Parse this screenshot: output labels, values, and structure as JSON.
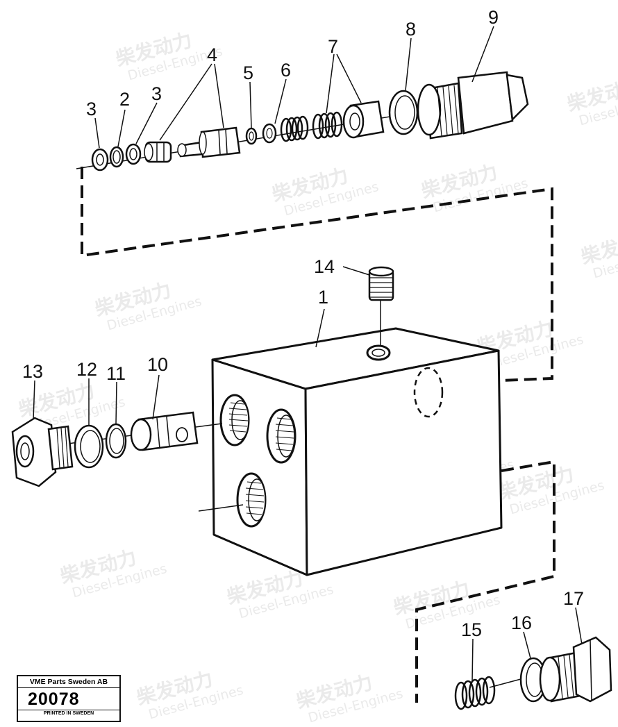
{
  "watermark": {
    "brand": "柴发动力",
    "sub": "Diesel-Engines"
  },
  "part_labels": [
    "1",
    "2",
    "3",
    "3",
    "4",
    "5",
    "6",
    "7",
    "8",
    "9",
    "10",
    "11",
    "12",
    "13",
    "14",
    "15",
    "16",
    "17"
  ],
  "stamp": {
    "company": "VME Parts Sweden AB",
    "number": "20078",
    "printed": "PRINTED IN SWEDEN"
  }
}
